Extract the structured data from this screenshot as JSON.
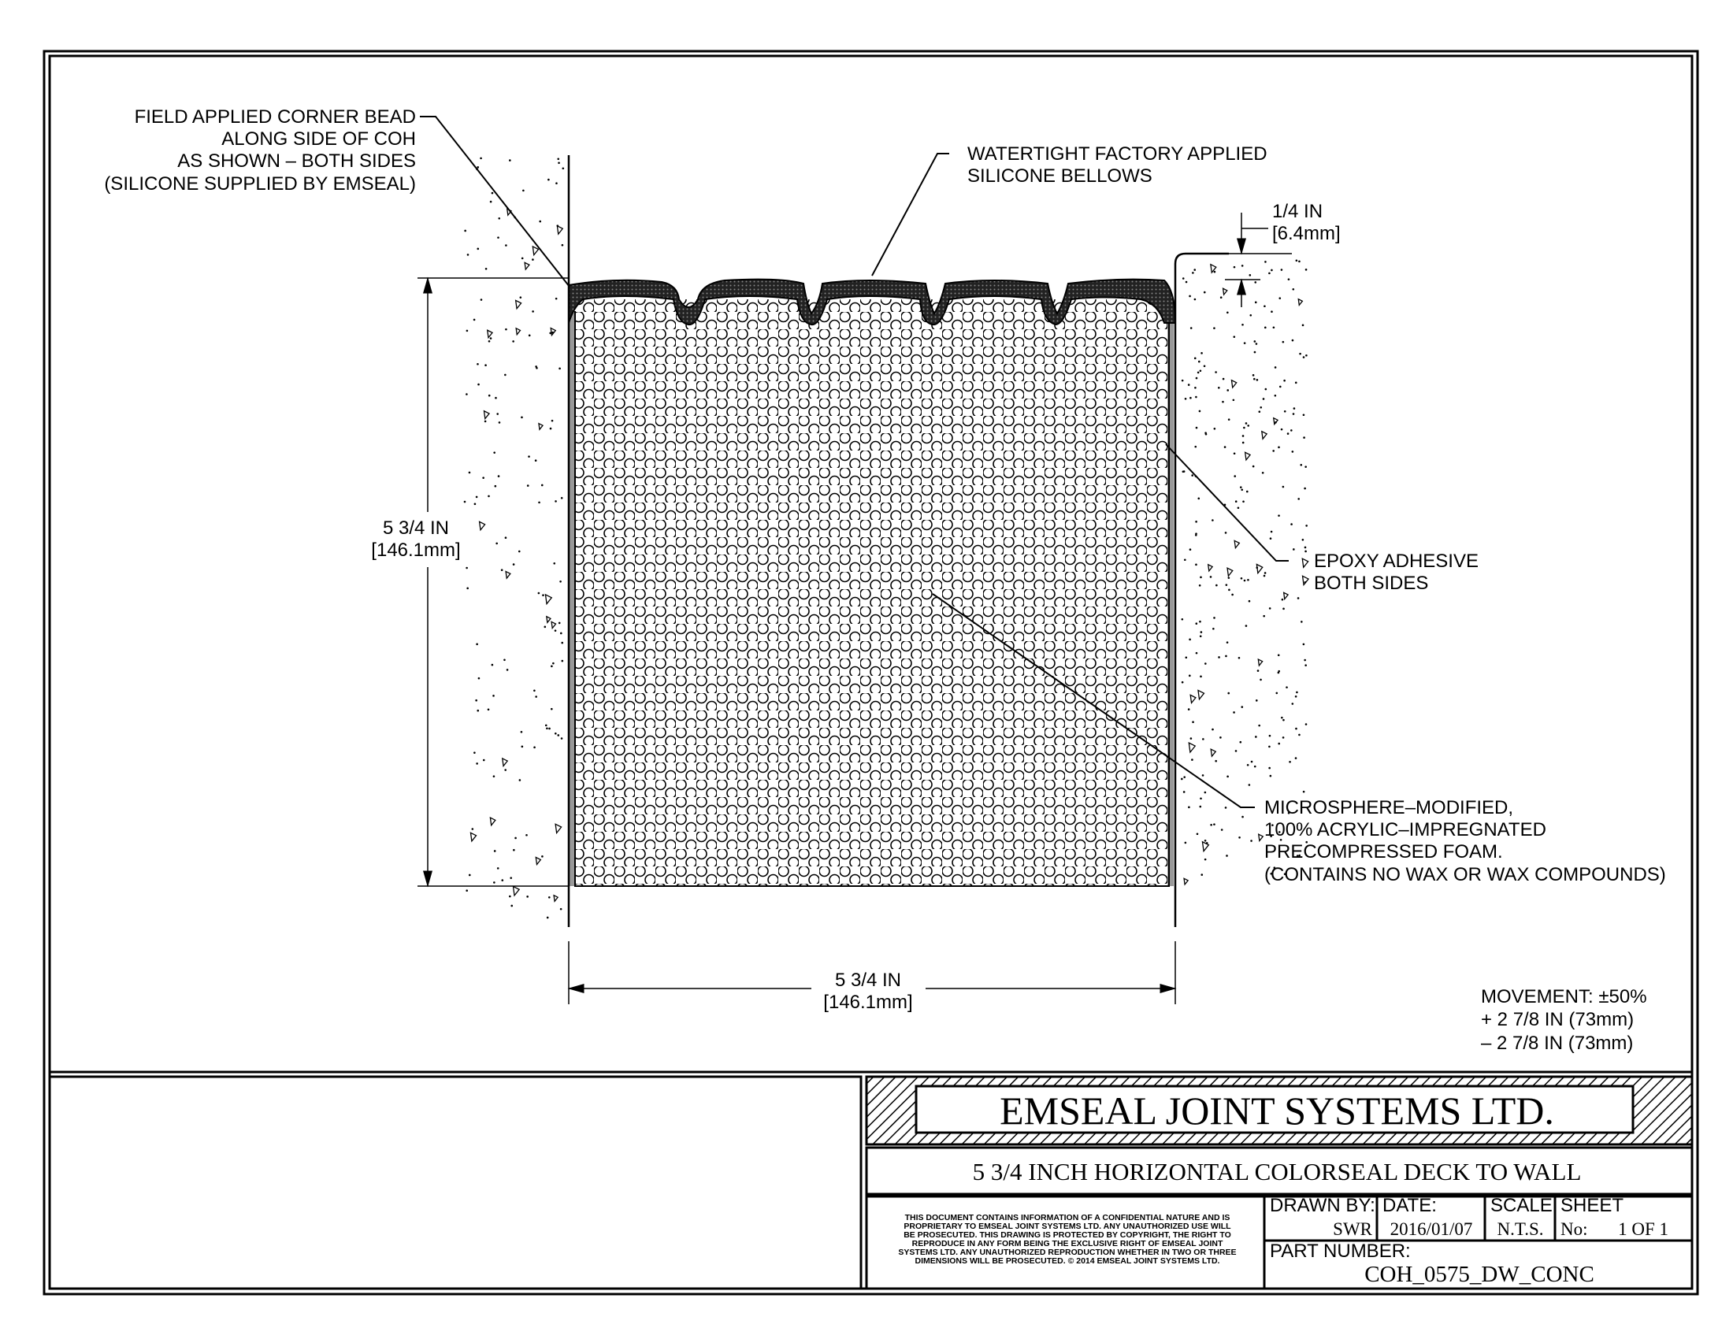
{
  "labels": {
    "corner_bead": [
      "FIELD APPLIED CORNER BEAD",
      "ALONG SIDE OF COH",
      "AS SHOWN – BOTH SIDES",
      "(SILICONE SUPPLIED BY EMSEAL)"
    ],
    "bellows": [
      "WATERTIGHT FACTORY APPLIED",
      "SILICONE BELLOWS"
    ],
    "recess": [
      "1/4 IN",
      "[6.4mm]"
    ],
    "height": [
      "5 3/4 IN",
      "[146.1mm]"
    ],
    "epoxy": [
      "EPOXY ADHESIVE",
      "BOTH SIDES"
    ],
    "foam": [
      "MICROSPHERE–MODIFIED,",
      "100% ACRYLIC–IMPREGNATED",
      "PRECOMPRESSED FOAM.",
      "(CONTAINS NO WAX OR WAX COMPOUNDS)"
    ],
    "width": [
      "5 3/4 IN",
      "[146.1mm]"
    ],
    "movement": [
      "MOVEMENT: ±50%",
      "+ 2 7/8 IN (73mm)",
      "– 2 7/8 IN (73mm)"
    ]
  },
  "title_block": {
    "company": "EMSEAL JOINT SYSTEMS LTD.",
    "title": "5 3/4 INCH HORIZONTAL COLORSEAL DECK TO WALL",
    "disclaimer": [
      "THIS DOCUMENT CONTAINS INFORMATION OF A CONFIDENTIAL NATURE AND IS",
      "PROPRIETARY TO EMSEAL JOINT SYSTEMS LTD. ANY UNAUTHORIZED USE WILL",
      "BE PROSECUTED. THIS DRAWING IS PROTECTED BY COPYRIGHT, THE RIGHT TO",
      "REPRODUCE IN ANY FORM BEING THE EXCLUSIVE RIGHT OF EMSEAL JOINT",
      "SYSTEMS LTD. ANY UNAUTHORIZED REPRODUCTION WHETHER IN TWO OR THREE",
      "DIMENSIONS WILL BE PROSECUTED. © 2014 EMSEAL JOINT SYSTEMS LTD."
    ],
    "drawn_by_label": "DRAWN BY:",
    "drawn_by": "SWR",
    "date_label": "DATE:",
    "date": "2016/01/07",
    "scale_label": "SCALE:",
    "scale": "N.T.S.",
    "sheet_label": "SHEET",
    "sheet_no_label": "No:",
    "sheet": "1 OF 1",
    "part_number_label": "PART NUMBER:",
    "part_number": "COH_0575_DW_CONC"
  }
}
